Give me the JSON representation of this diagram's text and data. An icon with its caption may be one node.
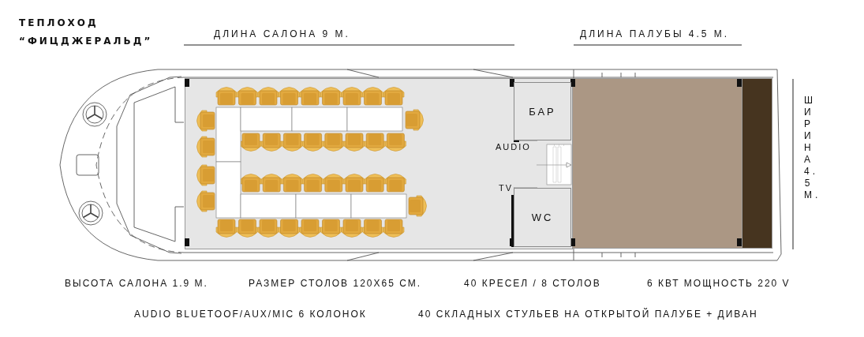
{
  "diagram": {
    "title": "ТЕПЛОХОД “ФИЦДЖЕРАЛЬД”",
    "nodes": [
      {
        "text": [
          "БАР"
        ]
      },
      {
        "text": [
          "WC"
        ]
      }
    ],
    "labels": [
      "ДЛИНА САЛОНА 9 М.",
      "ДЛИНА ПАЛУБЫ 4.5 М.",
      "ШИРИНА 4.5 М.",
      "AUDIO",
      "TV",
      "ВЫСОТА САЛОНА 1.9 М.",
      "РАЗМЕР СТОЛОВ 120Х65 СМ.",
      "40 КРЕСЕЛ / 8 СТОЛОВ",
      "6 КВТ МОЩНОСТЬ 220 V",
      "AUDIO BLUETOOF/AUX/MIC 6 КОЛОНОК",
      "40 СКЛАДНЫХ СТУЛЬЕВ НА ОТКРЫТОЙ ПАЛУБЕ + ДИВАН"
    ]
  }
}
